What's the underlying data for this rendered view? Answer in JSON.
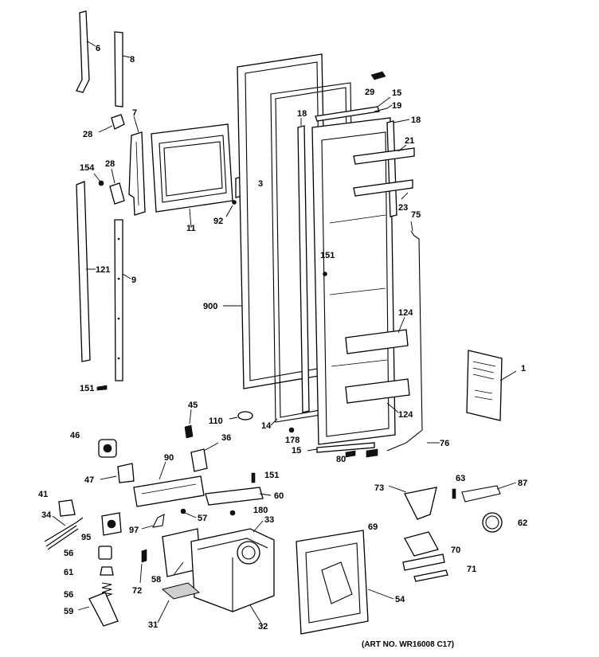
{
  "art_number": "(ART NO. WR16008 C17)",
  "callouts": [
    {
      "id": "c6",
      "text": "6"
    },
    {
      "id": "c8",
      "text": "8"
    },
    {
      "id": "c7",
      "text": "7"
    },
    {
      "id": "c28a",
      "text": "28"
    },
    {
      "id": "c28b",
      "text": "28"
    },
    {
      "id": "c154",
      "text": "154"
    },
    {
      "id": "c121",
      "text": "121"
    },
    {
      "id": "c9",
      "text": "9"
    },
    {
      "id": "c151a",
      "text": "151"
    },
    {
      "id": "c11",
      "text": "11"
    },
    {
      "id": "c92",
      "text": "92"
    },
    {
      "id": "c3",
      "text": "3"
    },
    {
      "id": "c900",
      "text": "900"
    },
    {
      "id": "c18a",
      "text": "18"
    },
    {
      "id": "c29",
      "text": "29"
    },
    {
      "id": "c15a",
      "text": "15"
    },
    {
      "id": "c19",
      "text": "19"
    },
    {
      "id": "c18b",
      "text": "18"
    },
    {
      "id": "c21",
      "text": "21"
    },
    {
      "id": "c23",
      "text": "23"
    },
    {
      "id": "c75",
      "text": "75"
    },
    {
      "id": "c151b",
      "text": "151"
    },
    {
      "id": "c124a",
      "text": "124"
    },
    {
      "id": "c124b",
      "text": "124"
    },
    {
      "id": "c1",
      "text": "1"
    },
    {
      "id": "c45",
      "text": "45"
    },
    {
      "id": "c110",
      "text": "110"
    },
    {
      "id": "c14",
      "text": "14"
    },
    {
      "id": "c178",
      "text": "178"
    },
    {
      "id": "c15b",
      "text": "15"
    },
    {
      "id": "c80",
      "text": "80"
    },
    {
      "id": "c76",
      "text": "76"
    },
    {
      "id": "c46",
      "text": "46"
    },
    {
      "id": "c36",
      "text": "36"
    },
    {
      "id": "c90",
      "text": "90"
    },
    {
      "id": "c47",
      "text": "47"
    },
    {
      "id": "c151c",
      "text": "151"
    },
    {
      "id": "c60",
      "text": "60"
    },
    {
      "id": "c41",
      "text": "41"
    },
    {
      "id": "c34",
      "text": "34"
    },
    {
      "id": "c95",
      "text": "95"
    },
    {
      "id": "c97",
      "text": "97"
    },
    {
      "id": "c57",
      "text": "57"
    },
    {
      "id": "c180",
      "text": "180"
    },
    {
      "id": "c33",
      "text": "33"
    },
    {
      "id": "c56a",
      "text": "56"
    },
    {
      "id": "c61",
      "text": "61"
    },
    {
      "id": "c56b",
      "text": "56"
    },
    {
      "id": "c59",
      "text": "59"
    },
    {
      "id": "c58",
      "text": "58"
    },
    {
      "id": "c72",
      "text": "72"
    },
    {
      "id": "c31",
      "text": "31"
    },
    {
      "id": "c32",
      "text": "32"
    },
    {
      "id": "c54",
      "text": "54"
    },
    {
      "id": "c73",
      "text": "73"
    },
    {
      "id": "c63",
      "text": "63"
    },
    {
      "id": "c87",
      "text": "87"
    },
    {
      "id": "c62",
      "text": "62"
    },
    {
      "id": "c69",
      "text": "69"
    },
    {
      "id": "c70",
      "text": "70"
    },
    {
      "id": "c71",
      "text": "71"
    }
  ]
}
